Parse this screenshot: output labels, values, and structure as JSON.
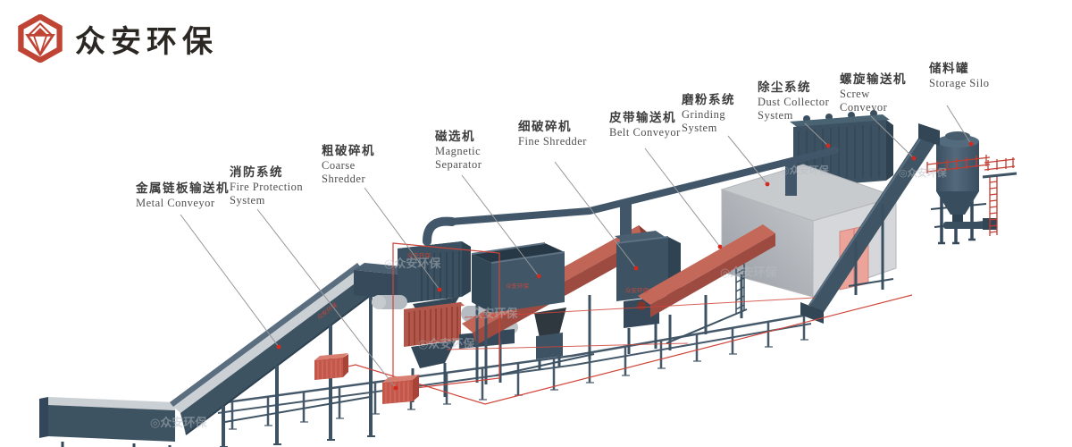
{
  "brand": {
    "name": "众安环保",
    "icon": "gem-hexagon-logo",
    "logo_red": "#c04434",
    "text_color": "#2b2723"
  },
  "diagram": {
    "watermark": "◎众安环保",
    "machine_badge": "众安环保",
    "labels": [
      {
        "id": "metal-conveyor",
        "zh": "金属链板输送机",
        "en": "Metal Conveyor"
      },
      {
        "id": "fire-protection-system",
        "zh": "消防系统",
        "en": "Fire Protection System"
      },
      {
        "id": "coarse-shredder",
        "zh": "粗破碎机",
        "en": "Coarse Shredder"
      },
      {
        "id": "magnetic-separator",
        "zh": "磁选机",
        "en": "Magnetic Separator"
      },
      {
        "id": "fine-shredder",
        "zh": "细破碎机",
        "en": "Fine Shredder"
      },
      {
        "id": "belt-conveyor",
        "zh": "皮带输送机",
        "en": "Belt Conveyor"
      },
      {
        "id": "grinding-system",
        "zh": "磨粉系统",
        "en": "Grinding System"
      },
      {
        "id": "dust-collector-system",
        "zh": "除尘系统",
        "en": "Dust Collector System"
      },
      {
        "id": "screw-conveyor",
        "zh": "螺旋输送机",
        "en": "Screw Conveyor"
      },
      {
        "id": "storage-silo",
        "zh": "储料罐",
        "en": "Storage Silo"
      }
    ],
    "colors": {
      "machine_teal": "#3d5262",
      "machine_dark": "#2f4352",
      "machine_light": "#5a6e80",
      "belt_gray": "#cbd0d4",
      "conveyor_red": "#c4685a",
      "fire_red": "#cf453a",
      "accent_box_red": "#c4574a",
      "building_gray": "#c8cbce",
      "door_salmon": "#eba39a",
      "leader_gray": "#979797",
      "dot_red": "#d6281c",
      "label_text": "#4a4a4a",
      "watermark_gray": "#b6bdc4"
    }
  }
}
